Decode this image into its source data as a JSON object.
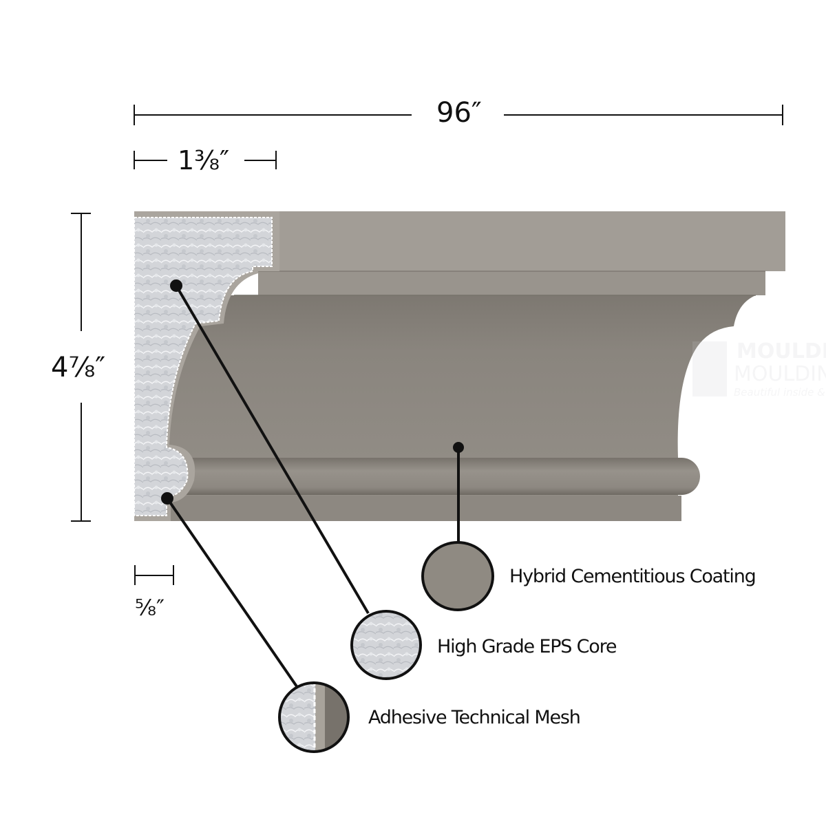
{
  "dimensions": {
    "length": "96″",
    "top_projection": "1⅜″",
    "height": "4⅞″",
    "core_offset": "⅝″"
  },
  "callouts": [
    {
      "label": "Hybrid Cementitious Coating",
      "material": "cement"
    },
    {
      "label": "High Grade EPS Core",
      "material": "eps"
    },
    {
      "label": "Adhesive Technical Mesh",
      "material": "mesh"
    }
  ],
  "watermark": {
    "line1": "MOULDEX",
    "line2": "MOULDINGS",
    "tagline": "Beautiful inside & out"
  },
  "colors": {
    "coating": "#8f8a82",
    "coating_light": "#a19c94",
    "coating_dark": "#7b766f",
    "eps": "#d4d6da",
    "line": "#111111"
  }
}
